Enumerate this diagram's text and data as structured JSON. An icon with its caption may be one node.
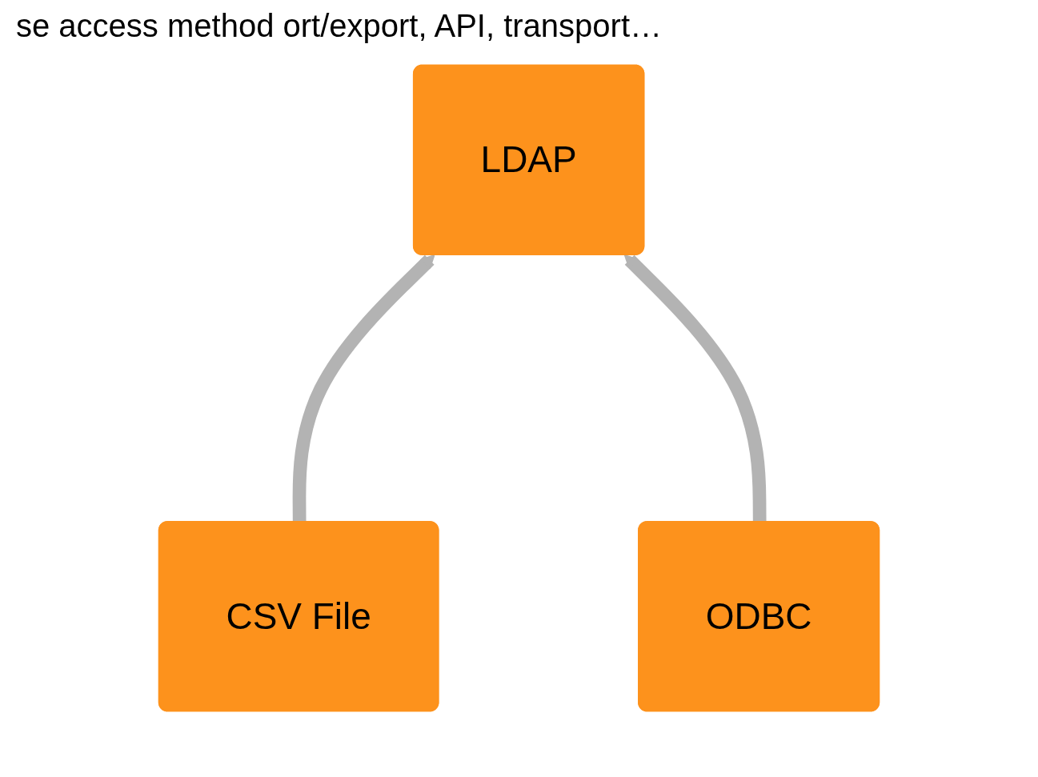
{
  "diagram": {
    "title": "se access method ort/export, API, transport…",
    "nodes": [
      {
        "text": [
          "LDAP"
        ]
      },
      {
        "text": [
          "CSV File"
        ]
      },
      {
        "text": [
          "ODBC"
        ]
      }
    ],
    "edges": [
      {
        "from": 1,
        "to": 0,
        "arrow": "to"
      },
      {
        "from": 2,
        "to": 0,
        "arrow": "to"
      }
    ]
  }
}
